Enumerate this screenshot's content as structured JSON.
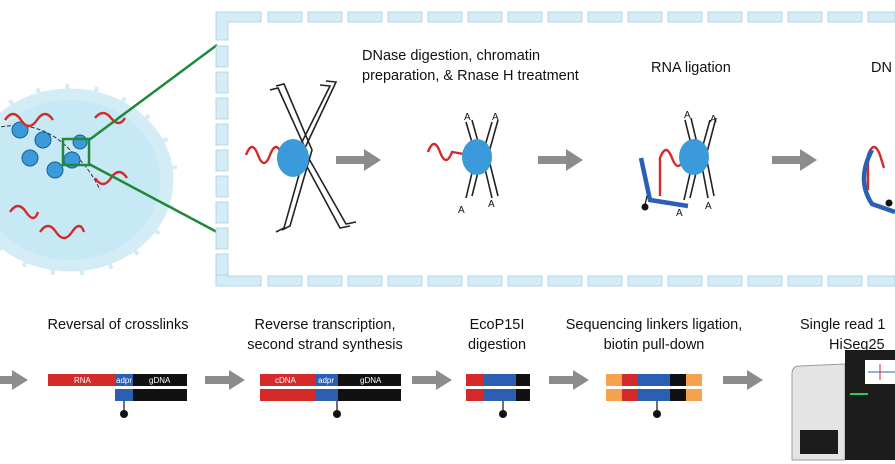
{
  "top_steps": [
    {
      "id": "dnase",
      "line1": "DNase digestion, chromatin",
      "line2": "preparation, & Rnase H treatment"
    },
    {
      "id": "rna_ligation",
      "line1": "RNA ligation",
      "line2": ""
    },
    {
      "id": "dna_ligation_partial",
      "line1": "DN",
      "line2": ""
    }
  ],
  "bottom_steps": [
    {
      "id": "reversal",
      "line1": "Reversal of crosslinks",
      "line2": ""
    },
    {
      "id": "rt",
      "line1": "Reverse transcription,",
      "line2": "second strand synthesis"
    },
    {
      "id": "ecop",
      "line1": "EcoP15I",
      "line2": "digestion"
    },
    {
      "id": "linkers",
      "line1": "Sequencing linkers ligation,",
      "line2": "biotin pull-down"
    },
    {
      "id": "sequencing_partial",
      "line1": "Single read 1",
      "line2": "HiSeq25"
    }
  ],
  "construct_labels": {
    "reversal": {
      "rna": "RNA",
      "adpr": "adpr",
      "gdna": "gDNA"
    },
    "rt": {
      "cdna": "cDNA",
      "adpr": "adpr",
      "gdna": "gDNA"
    }
  },
  "adaptor_letter": "A",
  "colors": {
    "rna_red": "#d42a2a",
    "adaptor_blue": "#2a5fb4",
    "protein_blue": "#3b9ad9",
    "nucleus_fill": "#c7e8f5",
    "dash_fill": "#d4ecf6",
    "zoom_green": "#1f8a3a",
    "arrow_gray": "#8c8c8c",
    "linker_orange": "#f4a24c"
  }
}
